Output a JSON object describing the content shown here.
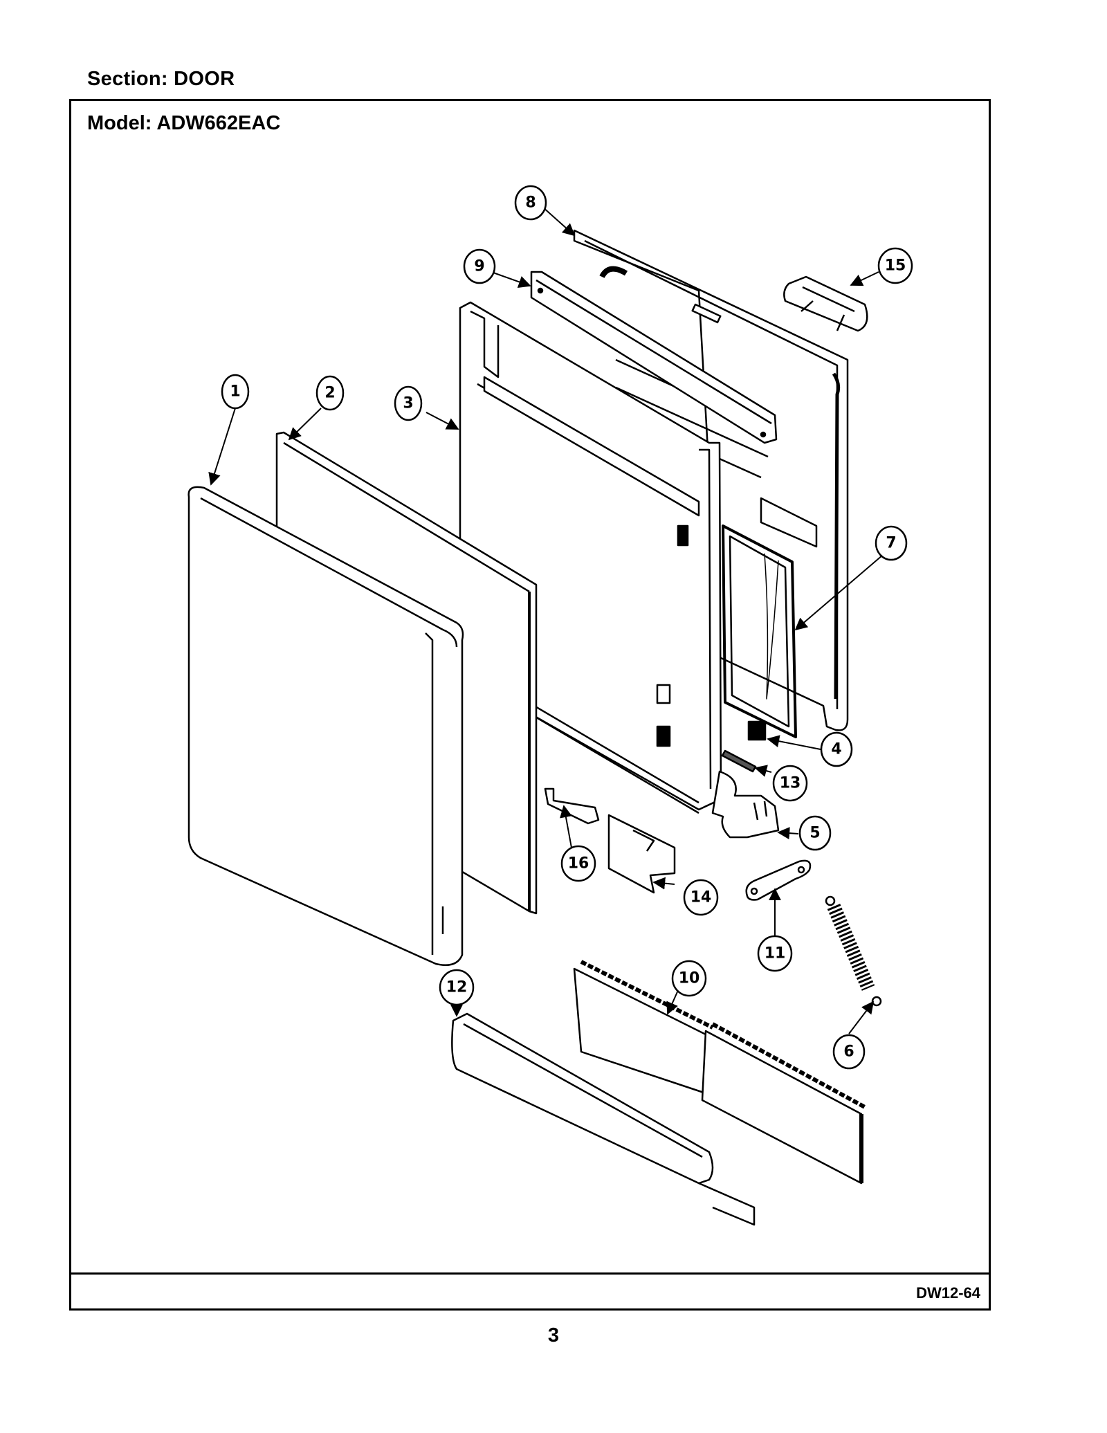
{
  "header": {
    "section": "Section:  DOOR",
    "model": "Model:  ADW662EAC"
  },
  "footer": {
    "code": "DW12-64",
    "page": "3"
  },
  "callouts": [
    "1",
    "2",
    "3",
    "4",
    "5",
    "6",
    "7",
    "8",
    "9",
    "10",
    "11",
    "12",
    "13",
    "14",
    "15",
    "16"
  ]
}
